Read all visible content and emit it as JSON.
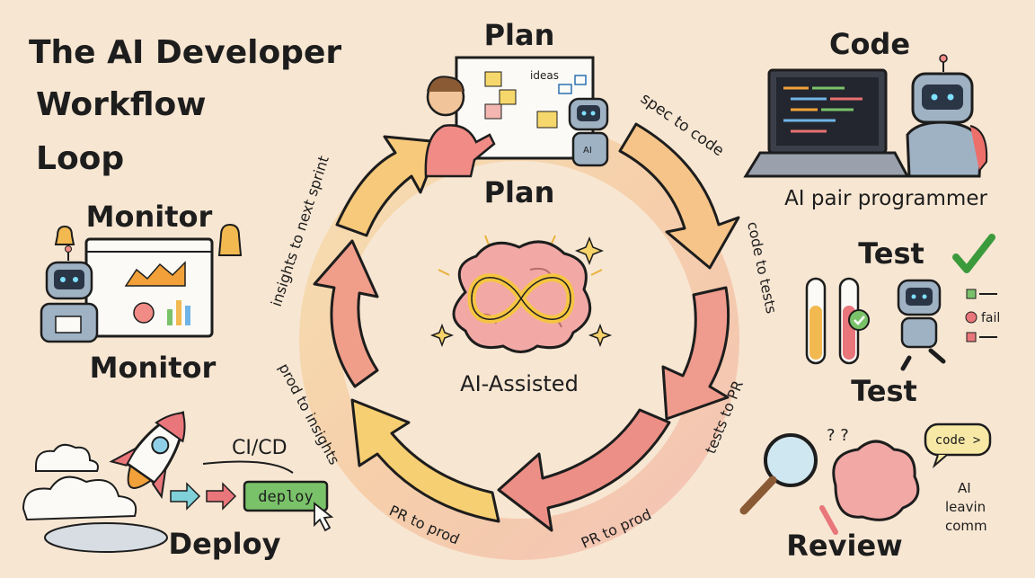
{
  "title": {
    "line1": "The AI Developer",
    "line2": "Workflow",
    "line3": "Loop"
  },
  "center": {
    "label": "AI-Assisted"
  },
  "stages": {
    "plan": {
      "top_label": "Plan",
      "ring_label": "Plan",
      "whiteboard_text": "ideas"
    },
    "code": {
      "label": "Code",
      "caption": "AI pair programmer"
    },
    "test": {
      "top_label": "Test",
      "bottom_label": "Test",
      "checklist_fail": "fail"
    },
    "review": {
      "label": "Review",
      "bubble": "code >",
      "note_line1": "AI",
      "note_line2": "leavin",
      "note_line3": "comm",
      "question": "? ?"
    },
    "deploy": {
      "label": "Deploy",
      "pipeline": "CI/CD",
      "button": "deploy"
    },
    "monitor": {
      "top_label": "Monitor",
      "bottom_label": "Monitor"
    }
  },
  "transitions": {
    "spec_to_code": "spec to code",
    "code_to_tests": "code to tests",
    "tests_to_pr": "tests to PR",
    "pr_to_prod_right": "PR to prod",
    "pr_to_prod_left": "PR to prod",
    "prod_to_insights": "prod to insights",
    "insights_to_next_sprint": "insights to next sprint"
  },
  "colors": {
    "background": "#f7e6d2",
    "arrow_yellow": "#f6c96b",
    "arrow_orange": "#f3a96e",
    "arrow_pink": "#ec8f86",
    "brain": "#f2a9a6",
    "infinity": "#f5c542",
    "robot": "#9fb2c4",
    "deploy_button": "#7ac26a"
  },
  "icons": [
    "bell-icon",
    "checkmark-icon",
    "magnifier-icon",
    "rocket-icon",
    "cursor-icon",
    "cloud-icon",
    "sparkle-icon"
  ]
}
